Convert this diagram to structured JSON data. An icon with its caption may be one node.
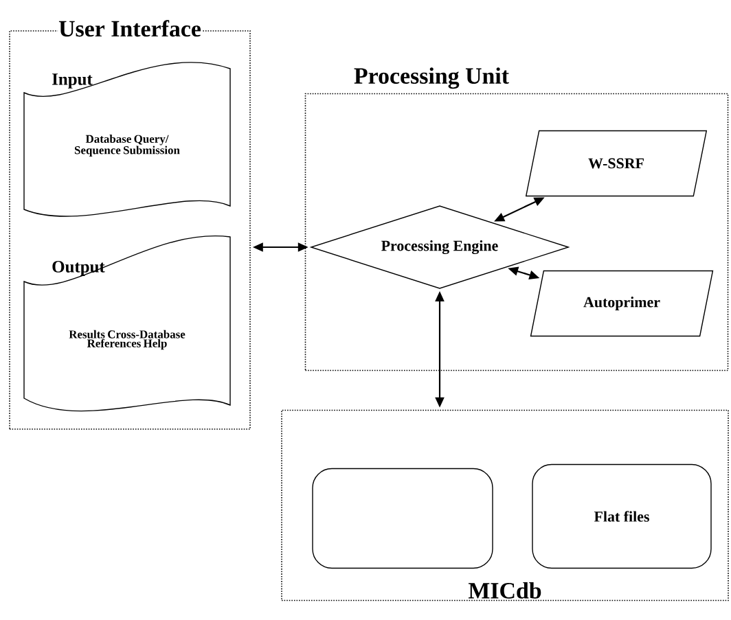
{
  "diagram": {
    "nodes": [
      {
        "text": [
          "User Interface"
        ]
      },
      {
        "text": [
          "Input",
          "Database Query/ Sequence Submission"
        ],
        "in": 0
      },
      {
        "text": [
          "Output",
          "Results Cross-Database References Help"
        ],
        "in": 0
      },
      {
        "text": [
          "Processing Unit"
        ]
      },
      {
        "text": [
          "Processing Engine"
        ],
        "in": 3
      },
      {
        "text": [
          "W-SSRF"
        ],
        "in": 3
      },
      {
        "text": [
          "Autoprimer"
        ],
        "in": 3
      },
      {
        "text": [
          "MICdb"
        ]
      },
      {
        "text": [],
        "shape": "box",
        "in": 7
      },
      {
        "text": [
          "Flat files"
        ],
        "in": 7
      }
    ],
    "edges": [
      {
        "from": 0,
        "to": 4,
        "arrow": "both"
      },
      {
        "from": 4,
        "to": 5,
        "arrow": "both"
      },
      {
        "from": 4,
        "to": 6,
        "arrow": "both"
      },
      {
        "from": 4,
        "to": 7,
        "arrow": "both"
      }
    ]
  }
}
